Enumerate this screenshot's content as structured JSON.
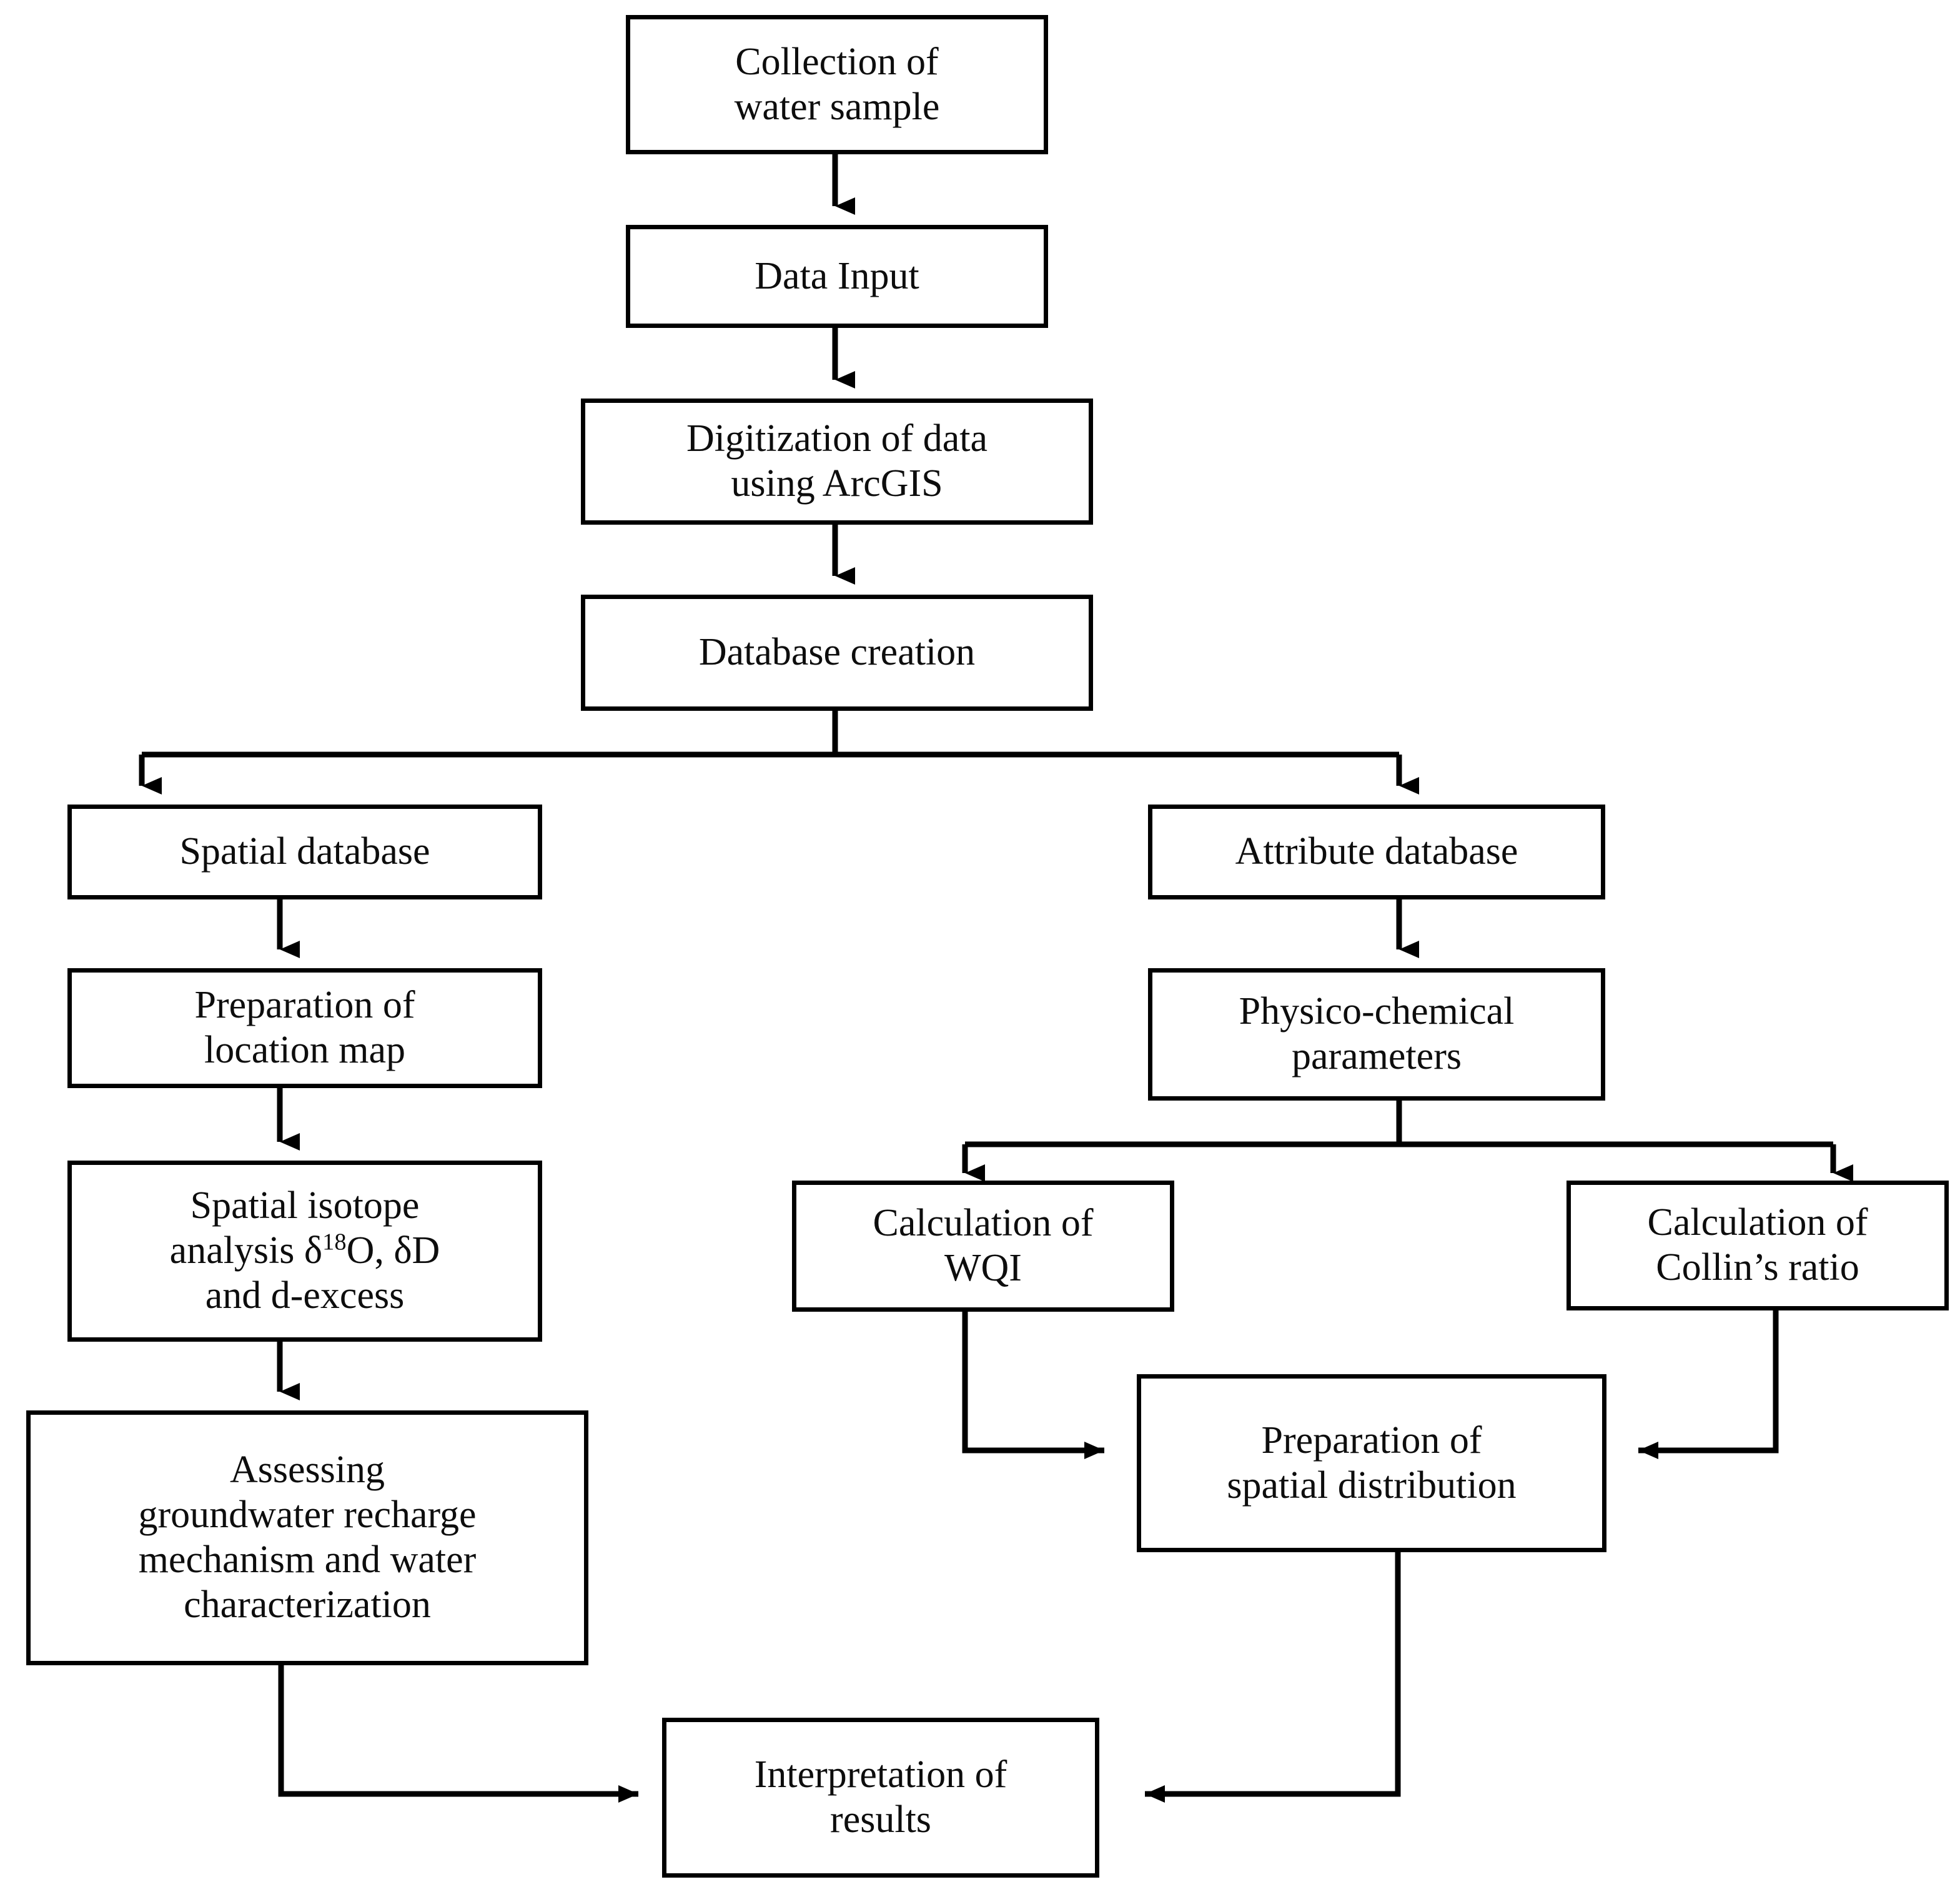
{
  "diagram": {
    "title": "Groundwater quality GIS methodology flowchart",
    "line_color": "#000000",
    "box_fill": "#ffffff",
    "text_color": "#0d0d0d",
    "nodes": [
      {
        "id": "collection",
        "label": "Collection of\nwater sample"
      },
      {
        "id": "data_input",
        "label": "Data Input"
      },
      {
        "id": "digitization",
        "label": "Digitization of data\nusing ArcGIS"
      },
      {
        "id": "database",
        "label": "Database creation"
      },
      {
        "id": "spatial_db",
        "label": "Spatial database"
      },
      {
        "id": "attribute_db",
        "label": "Attribute database"
      },
      {
        "id": "location_map",
        "label": "Preparation of\nlocation map"
      },
      {
        "id": "physchem",
        "label": "Physico-chemical\nparameters"
      },
      {
        "id": "isotope",
        "label": "Spatial isotope\nanalysis δ18O, δD\nand d-excess",
        "rich": [
          {
            "t": "Spatial isotope"
          },
          {
            "t": "analysis δ"
          },
          {
            "t": "18",
            "sup": true
          },
          {
            "t": "O, δD"
          },
          {
            "t": "and d-excess"
          }
        ]
      },
      {
        "id": "wqi",
        "label": "Calculation of\nWQI"
      },
      {
        "id": "collins",
        "label": "Calculation of\nCollin’s ratio"
      },
      {
        "id": "assessing",
        "label": "Assessing\ngroundwater recharge\nmechanism and water\ncharacterization"
      },
      {
        "id": "spatial_dist",
        "label": "Preparation of\nspatial distribution"
      },
      {
        "id": "interpretation",
        "label": "Interpretation of\nresults"
      }
    ],
    "edges": [
      {
        "from": "collection",
        "to": "data_input",
        "kind": "vertical"
      },
      {
        "from": "data_input",
        "to": "digitization",
        "kind": "vertical"
      },
      {
        "from": "digitization",
        "to": "database",
        "kind": "vertical"
      },
      {
        "from": "database",
        "to": "spatial_db",
        "kind": "split-left"
      },
      {
        "from": "database",
        "to": "attribute_db",
        "kind": "split-right"
      },
      {
        "from": "spatial_db",
        "to": "location_map",
        "kind": "vertical"
      },
      {
        "from": "location_map",
        "to": "isotope",
        "kind": "vertical"
      },
      {
        "from": "isotope",
        "to": "assessing",
        "kind": "vertical"
      },
      {
        "from": "attribute_db",
        "to": "physchem",
        "kind": "vertical"
      },
      {
        "from": "physchem",
        "to": "wqi",
        "kind": "split-left"
      },
      {
        "from": "physchem",
        "to": "collins",
        "kind": "split-right"
      },
      {
        "from": "wqi",
        "to": "spatial_dist",
        "kind": "elbow-right"
      },
      {
        "from": "collins",
        "to": "spatial_dist",
        "kind": "elbow-left"
      },
      {
        "from": "assessing",
        "to": "interpretation",
        "kind": "elbow-right"
      },
      {
        "from": "spatial_dist",
        "to": "interpretation",
        "kind": "elbow-left"
      }
    ]
  }
}
